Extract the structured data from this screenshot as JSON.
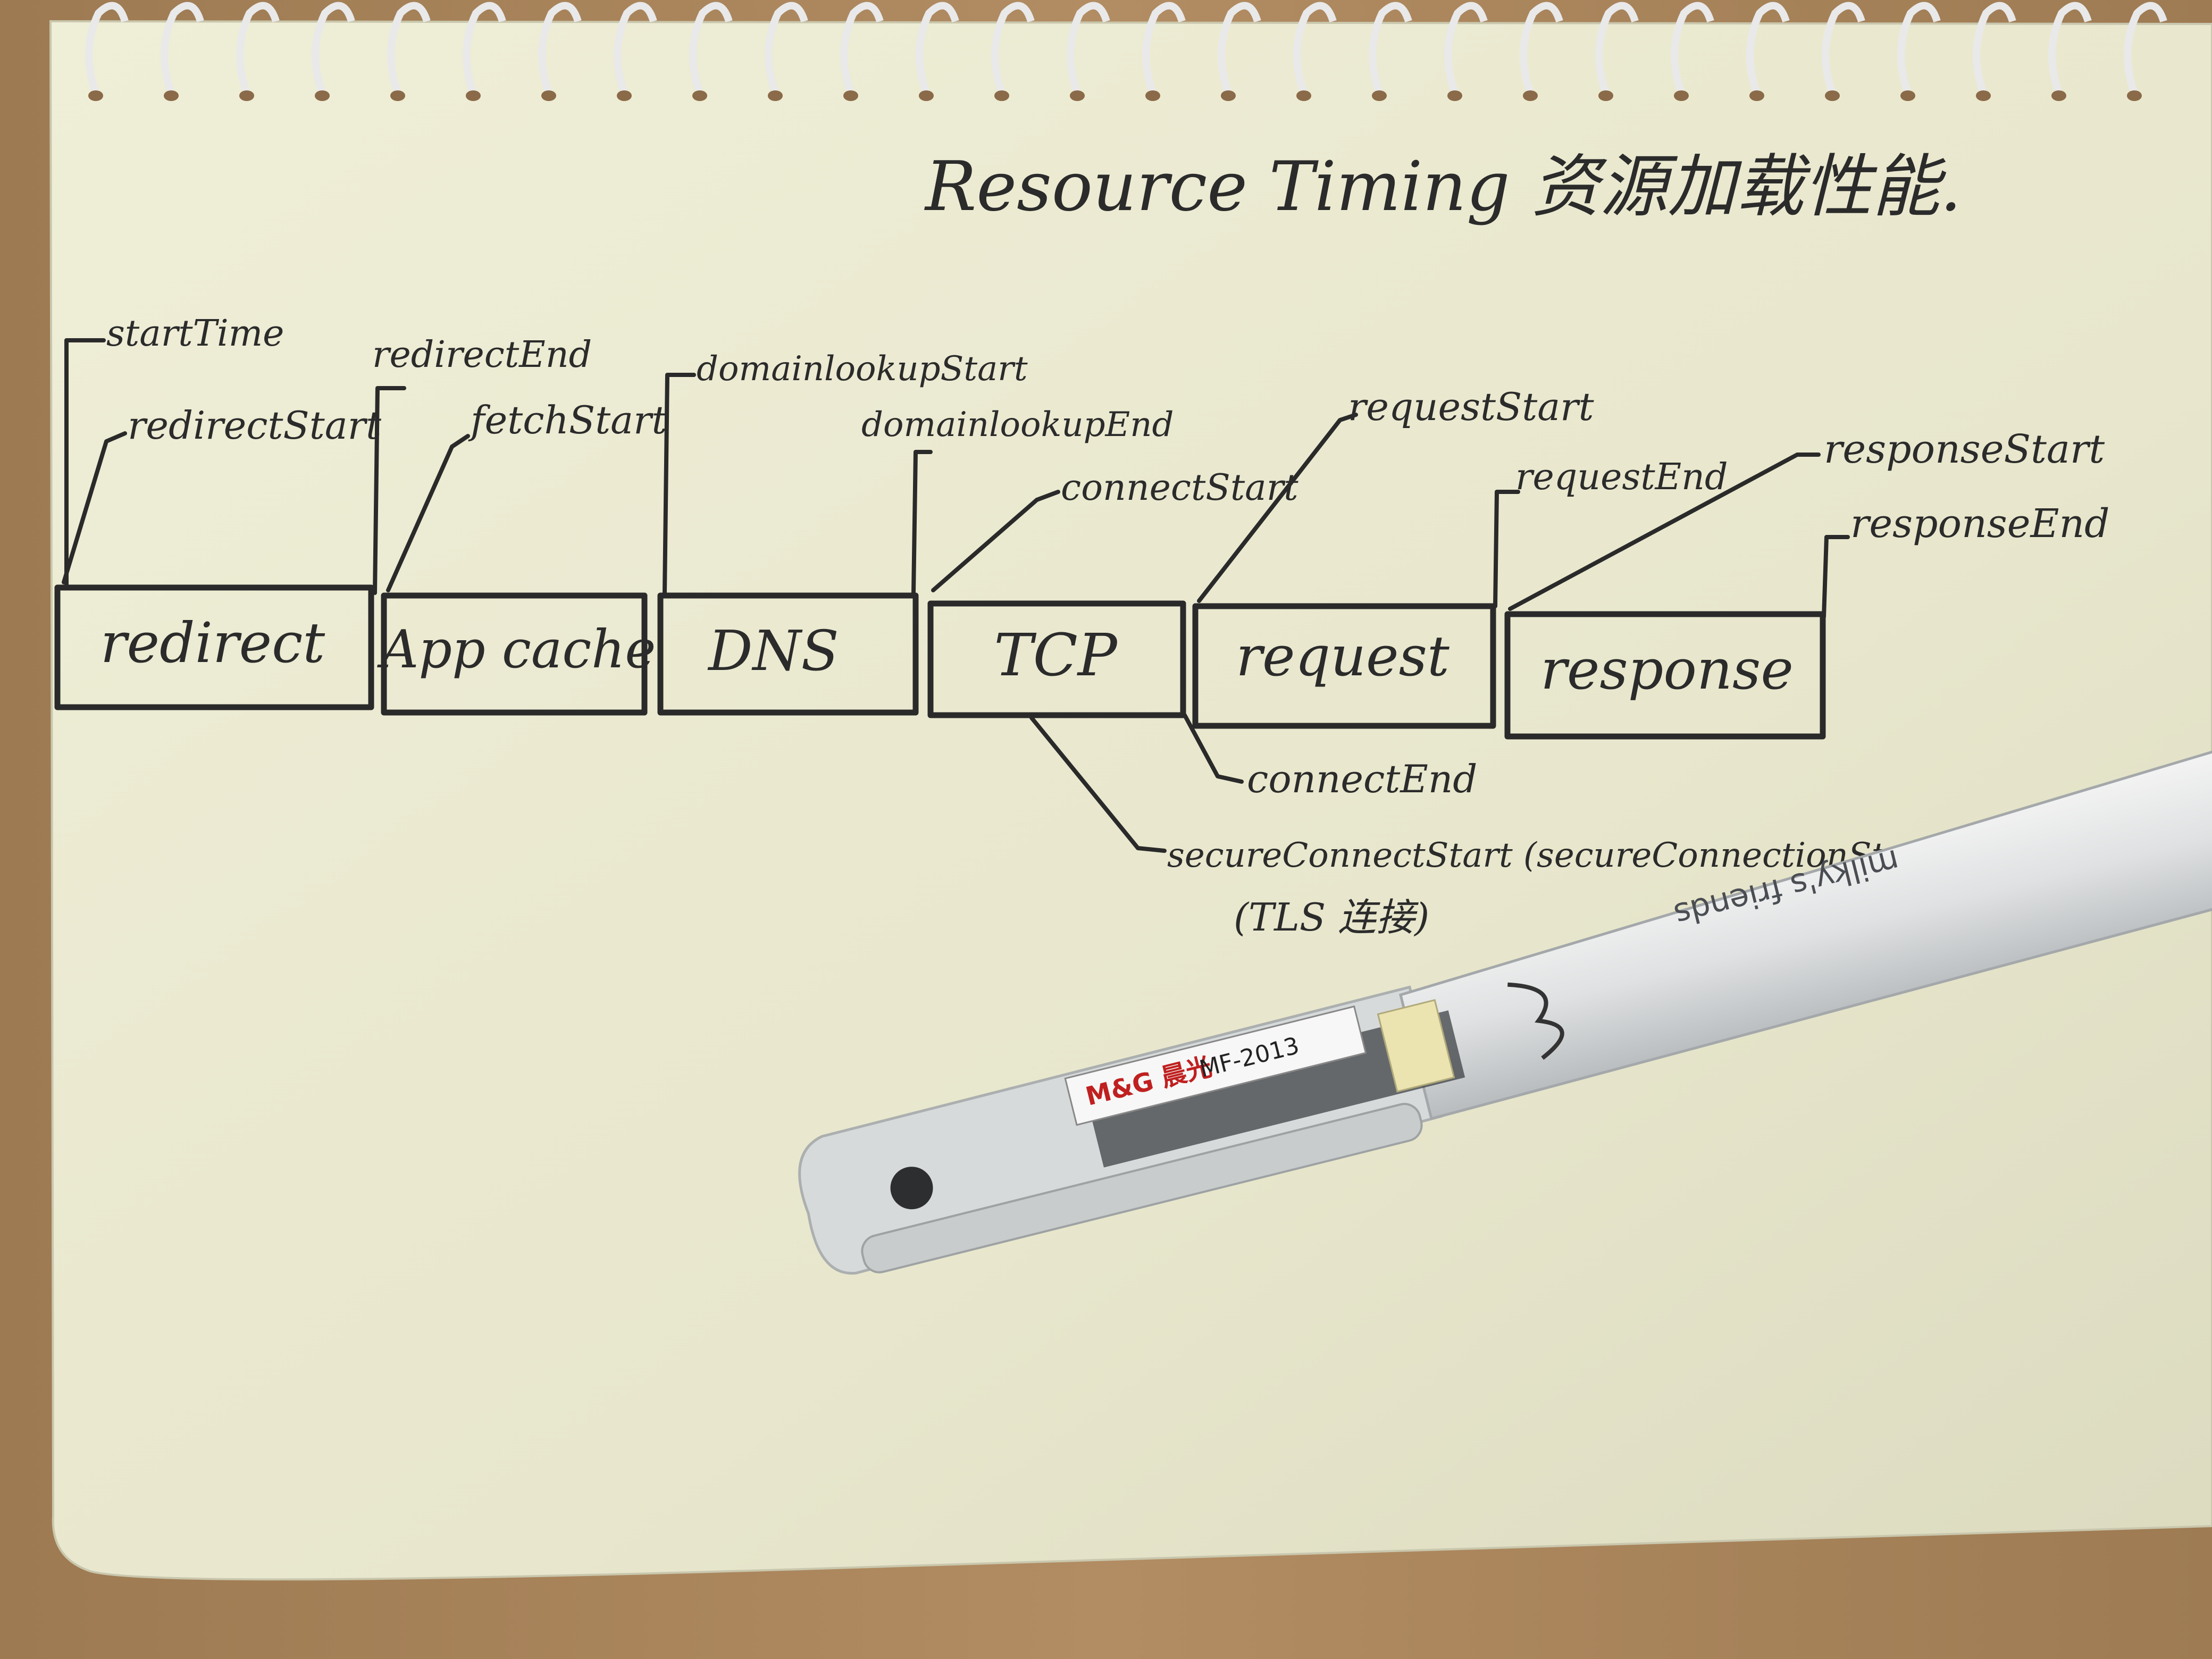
{
  "title": "Resource Timing 资源加载性能.",
  "phases": [
    {
      "key": "redirect",
      "label": "redirect"
    },
    {
      "key": "appcache",
      "label": "App cache"
    },
    {
      "key": "dns",
      "label": "DNS"
    },
    {
      "key": "tcp",
      "label": "TCP"
    },
    {
      "key": "request",
      "label": "request"
    },
    {
      "key": "response",
      "label": "response"
    }
  ],
  "markers": {
    "startTime": "startTime",
    "redirectStart": "redirectStart",
    "redirectEnd": "redirectEnd",
    "fetchStart": "fetchStart",
    "domainLookupStart": "domainlookupStart",
    "domainLookupEnd": "domainlookupEnd",
    "connectStart": "connectStart",
    "requestStart": "requestStart",
    "requestEnd": "requestEnd",
    "responseStart": "responseStart",
    "responseEnd": "responseEnd",
    "connectEnd": "connectEnd",
    "secureConnectStart": "secureConnectStart (secureConnectionStart)",
    "tlsNote": "(TLS 连接)"
  },
  "pen": {
    "brand": "M&G 晨光",
    "model": "MF-2013",
    "decor_text": "milky's friends"
  },
  "colors": {
    "paper": "#ecebd2",
    "ink": "#2a2a2a",
    "desk": "#a8845c",
    "binding": "#e9e9ea"
  }
}
